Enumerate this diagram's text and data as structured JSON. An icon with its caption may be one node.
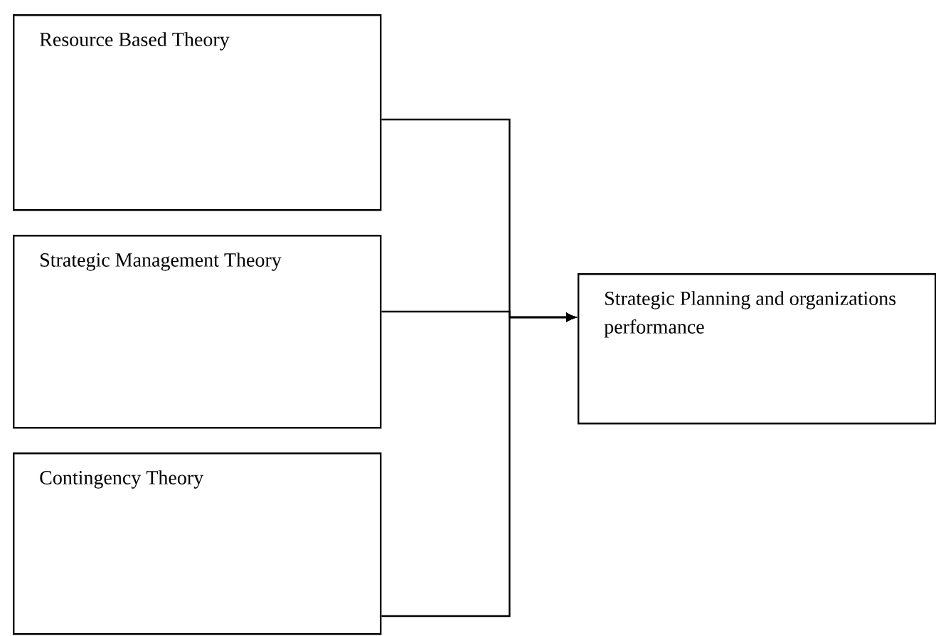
{
  "diagram": {
    "nodes": [
      {
        "text": [
          "Resource Based Theory"
        ]
      },
      {
        "text": [
          "Strategic Management Theory"
        ]
      },
      {
        "text": [
          "Contingency Theory"
        ]
      },
      {
        "text": [
          "Strategic Planning and organizations performance"
        ]
      }
    ],
    "edges": [
      {
        "from": 0,
        "to": 3,
        "arrow": "to"
      },
      {
        "from": 1,
        "to": 3,
        "arrow": "to"
      },
      {
        "from": 2,
        "to": 3,
        "arrow": "to"
      }
    ]
  }
}
